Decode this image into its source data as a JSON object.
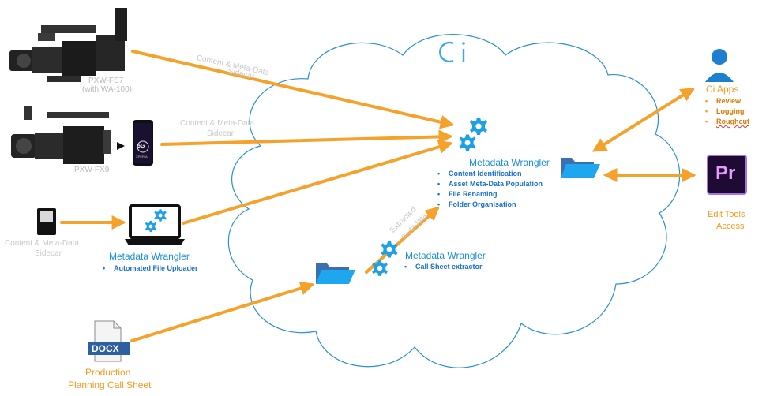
{
  "brand": {
    "cloud_logo": "Ci"
  },
  "sources": {
    "fs7_caption_line1": "PXW-FS7",
    "fs7_caption_line2": "(with WA-100)",
    "fx9_caption": "PXW-FX9",
    "phone_badge": "5G",
    "phone_brand": "XPERIA",
    "card_caption_line1": "Content & Meta-Data",
    "card_caption_line2": "Sidecar",
    "docx_badge": "DOCX",
    "docx_caption_line1": "Production",
    "docx_caption_line2": "Planning Call Sheet"
  },
  "arrows": {
    "top_line1": "Content & Meta-Data",
    "top_line2": "Sidecar",
    "mid_line1": "Content & Meta-Data",
    "mid_line2": "Sidecar",
    "extracted_line1": "Extracted",
    "extracted_line2": "metadata"
  },
  "uploader": {
    "title": "Metadata Wrangler",
    "items": [
      "Automated File Uploader"
    ]
  },
  "cloud_wrangler": {
    "title": "Metadata Wrangler",
    "items": [
      "Content Identification",
      "Asset Meta-Data Population",
      "File Renaming",
      "Folder Organisation"
    ]
  },
  "call_sheet_wrangler": {
    "title": "Metadata Wrangler",
    "items": [
      "Call Sheet extractor"
    ]
  },
  "ci_apps": {
    "title": "Ci Apps",
    "items": [
      "Review",
      "Logging",
      "Roughcut"
    ]
  },
  "edit_tools": {
    "logo": "Pr",
    "line1": "Edit Tools",
    "line2": "Access"
  },
  "colors": {
    "arrow": "#f5a22d",
    "cloud_outline": "#2b8fd6",
    "gear": "#1ea0e6",
    "folder": "#1ea7ee",
    "premiere_bg": "#1e0a33",
    "premiere_text": "#e59bff"
  }
}
